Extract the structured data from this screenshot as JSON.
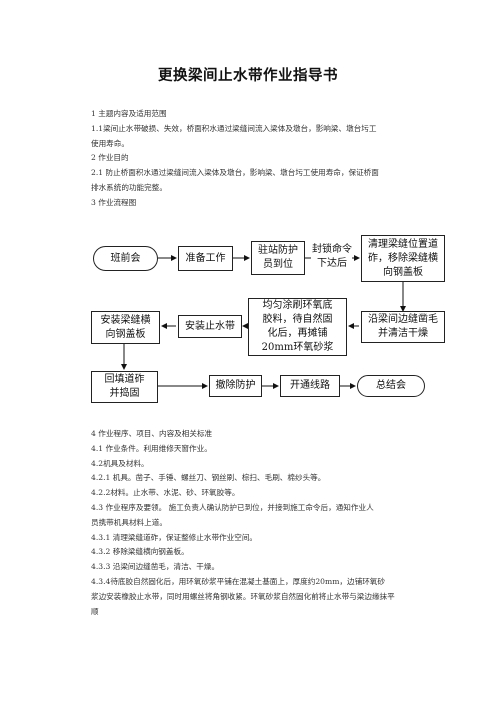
{
  "document": {
    "title": "更换梁间止水带作业指导书",
    "sections_top": [
      "1 主题内容及适用范围",
      "1.1梁间止水带破损、失效，桥面积水通过梁缝间流入梁体及墩台，影响梁、墩台圬工",
      "使用寿命。",
      "2 作业目的",
      "2.1 防止桥面积水通过梁缝间流入梁体及墩台，影响梁、墩台圬工使用寿命，保证桥面",
      "排水系统的功能完整。",
      "3 作业流程图"
    ],
    "sections_bottom": [
      "4 作业程序、项目、内容及相关标准",
      "4.1 作业条件。利用维修天窗作业。",
      "4.2机具及材料。",
      "4.2.1 机具。凿子、手锤、螺丝刀、钢丝刷、棕扫、毛刷、棉纱头等。",
      "4.2.2材料。止水带、水泥、砂、环氧胶等。",
      "4.3 作业程序及要领。 施工负责人确认防护已到位，并接到施工命令后，通知作业人",
      "员携带机具材料上道。",
      "4.3.1 清理梁缝道砟，保证整修止水带作业空间。",
      "4.3.2 移除梁缝横向钢盖板。",
      "4.3.3 沿梁间边缝凿毛，清洁、干燥。",
      "4.3.4待底胶自然固化后，用环氧砂浆平铺在混凝土基面上，厚度约20mm，边铺环氧砂",
      "浆边安装橡胶止水带，同时用螺丝将角钢收紧。环氧砂浆自然固化前将止水带与梁边缘抹平",
      "顺"
    ]
  },
  "flowchart": {
    "n1": "班前会",
    "n2": "准备工作",
    "n3": "驻站防护\n员到位",
    "n4": "封锁命令\n下达后",
    "n5": "清理梁缝位置道\n砟，移除梁缝横\n向钢盖板",
    "n6": "沿梁间边缝凿毛\n并清洁干燥",
    "n7": "均匀涂刷环氧底\n胶料，待自然固\n化后，再摊铺\n20mm环氧砂浆",
    "n8": "安装止水带",
    "n9": "安装梁缝横\n向钢盖板",
    "n10": "回填道砟\n并捣固",
    "n11": "撤除防护",
    "n12": "开通线路",
    "n13": "总结会"
  }
}
